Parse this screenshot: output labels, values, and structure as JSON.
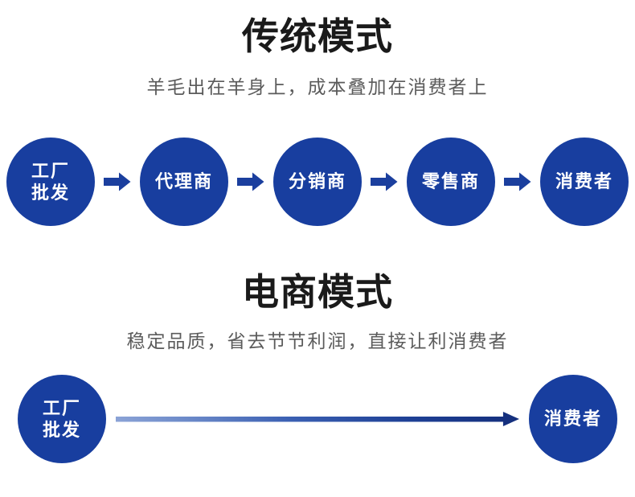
{
  "palette": {
    "node_blue": "#183E9F",
    "arrow_blue": "#1B3F9E",
    "gradient_start": "#7E9AD2",
    "gradient_end": "#15307E",
    "title_color": "#1a1a1a",
    "subtitle_color": "#5b5b5b",
    "background": "#ffffff"
  },
  "traditional": {
    "title": "传统模式",
    "subtitle": "羊毛出在羊身上，成本叠加在消费者上",
    "nodes": [
      {
        "lines": [
          "工厂",
          "批发"
        ]
      },
      {
        "lines": [
          "代理商"
        ]
      },
      {
        "lines": [
          "分销商"
        ]
      },
      {
        "lines": [
          "零售商"
        ]
      },
      {
        "lines": [
          "消费者"
        ]
      }
    ],
    "arrow_icon": "right-block-arrow-icon",
    "arrow_count": 4
  },
  "ecommerce": {
    "title": "电商模式",
    "subtitle": "稳定品质，省去节节利润，直接让利消费者",
    "nodes": [
      {
        "lines": [
          "工厂",
          "批发"
        ]
      },
      {
        "lines": [
          "消费者"
        ]
      }
    ],
    "arrow_icon": "long-gradient-arrow-icon"
  }
}
